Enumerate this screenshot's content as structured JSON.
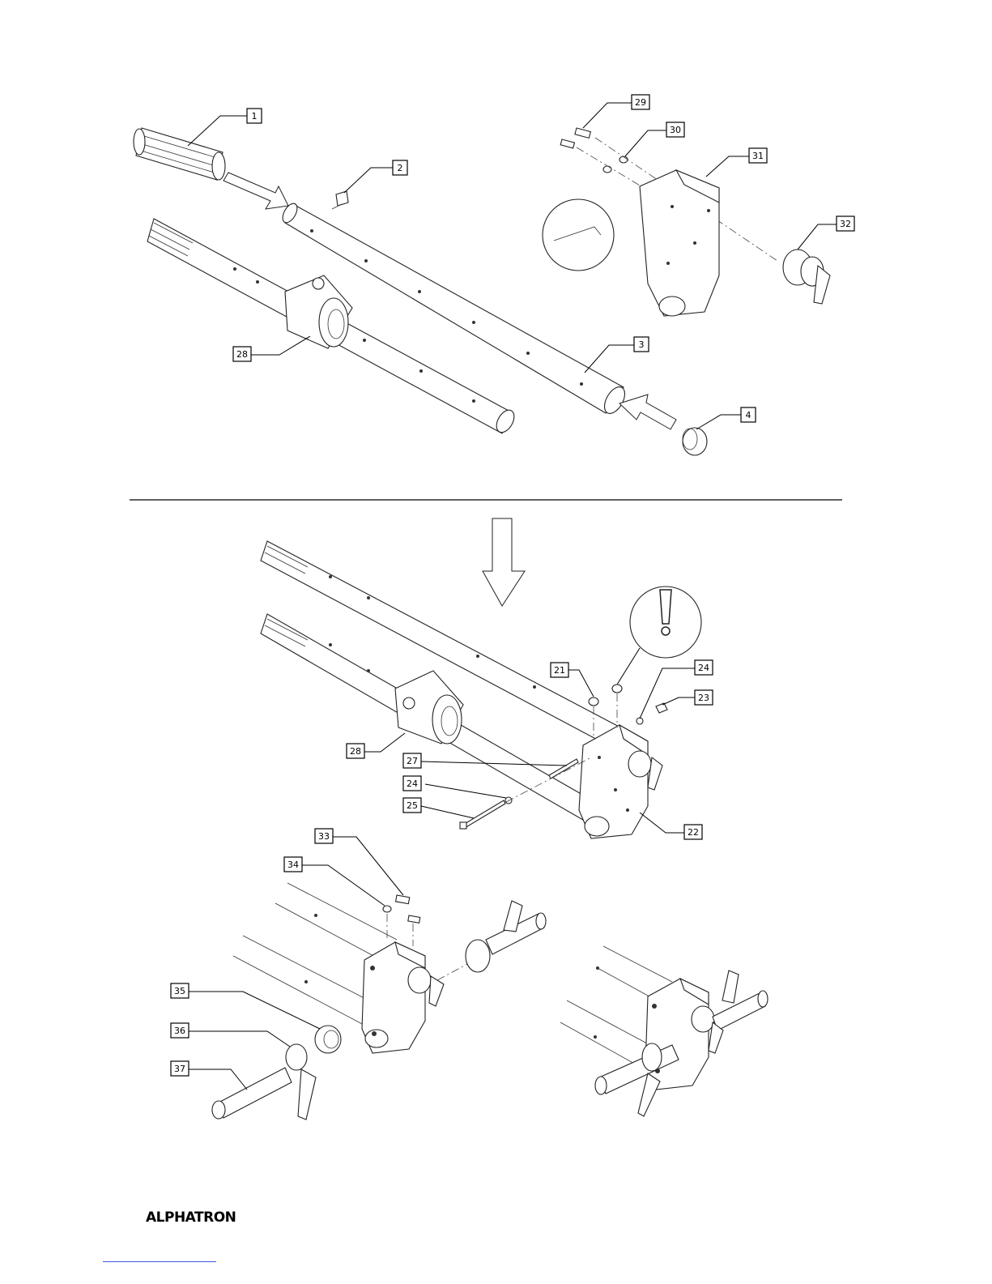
{
  "callouts": {
    "c1": "1",
    "c2": "2",
    "c3": "3",
    "c4": "4",
    "c28a": "28",
    "c29": "29",
    "c30": "30",
    "c31": "31",
    "c32": "32",
    "c21": "21",
    "c22": "22",
    "c23": "23",
    "c24a": "24",
    "c24b": "24",
    "c25": "25",
    "c27": "27",
    "c28b": "28",
    "c33": "33",
    "c34": "34",
    "c35": "35",
    "c36": "36",
    "c37": "37"
  },
  "icons": {
    "hex_key": "hex-key-icon",
    "warning": "exclamation-warning-icon",
    "arrow": "assembly-arrow-icon"
  },
  "footer": {
    "logo": "ALPHATRON"
  },
  "colors": {
    "line": "#000000",
    "footer_rule": "#3b5bdb"
  }
}
